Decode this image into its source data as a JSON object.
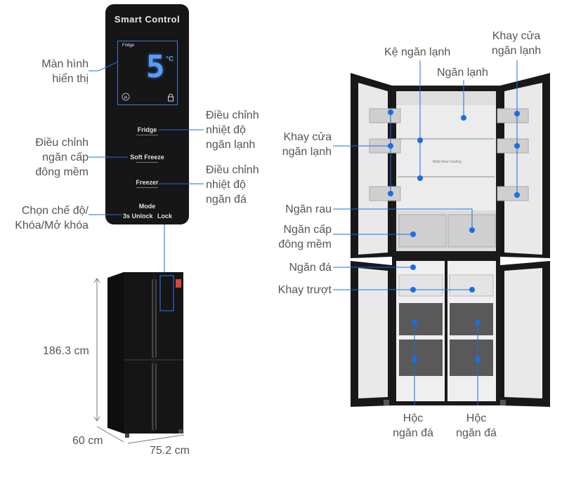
{
  "panel": {
    "title": "Smart Control",
    "display_zone": "Fridge",
    "display_temp": "5",
    "display_unit": "°C",
    "buttons": [
      "Fridge",
      "Soft Freeze",
      "Freezer"
    ],
    "mode_label": "Mode",
    "unlock_label": "3s Unlock",
    "lock_label": "Lock"
  },
  "panel_labels": {
    "display": [
      "Màn hình",
      "hiển thị"
    ],
    "soft_freeze": [
      "Điều chỉnh",
      "ngăn cấp",
      "đông mềm"
    ],
    "mode": [
      "Chọn chế độ/",
      "Khóa/Mở khóa"
    ],
    "fridge": [
      "Điều chỉnh",
      "nhiệt độ",
      "ngăn lạnh"
    ],
    "freezer": [
      "Điều chỉnh",
      "nhiệt độ",
      "ngăn đá"
    ]
  },
  "dimensions": {
    "height": "186.3 cm",
    "depth": "60 cm",
    "width": "75.2 cm"
  },
  "interior_labels": {
    "fridge_shelf": "Kệ ngăn lạnh",
    "fridge_compartment": "Ngăn lạnh",
    "fridge_door_tray_right": [
      "Khay cửa",
      "ngăn lạnh"
    ],
    "fridge_door_tray_left": [
      "Khay cửa",
      "ngăn lạnh"
    ],
    "vegetable_drawer": "Ngăn rau",
    "soft_freeze_drawer": [
      "Ngăn cấp",
      "đông mềm"
    ],
    "freezer_compartment": "Ngăn đá",
    "sliding_tray": "Khay trượt",
    "freezer_drawer_left": [
      "Hộc",
      "ngăn đá"
    ],
    "freezer_drawer_right": [
      "Hộc",
      "ngăn đá"
    ],
    "shelf_print": "Multi Flow Cooling"
  },
  "colors": {
    "panel_bg": "#161616",
    "display_border": "#3b7dd8",
    "display_digit": "#5b9cf5",
    "dot": "#1a6fe0",
    "line": "#1a6fe0",
    "label_text": "#555555",
    "fridge_body": "#121212"
  }
}
